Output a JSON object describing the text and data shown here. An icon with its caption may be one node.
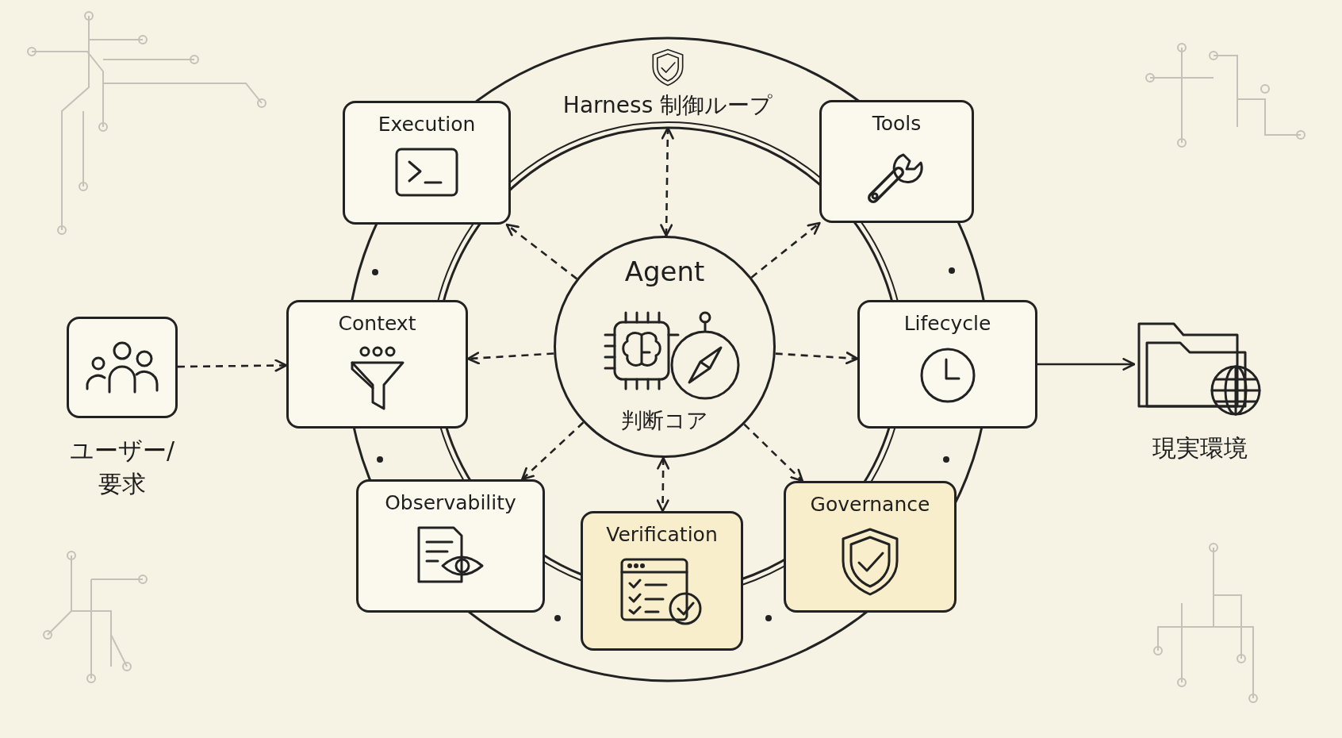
{
  "diagram": {
    "nodes": [
      {
        "text": [
          "Harness 制御ループ"
        ]
      },
      {
        "text": [
          "Execution"
        ],
        "in": 0
      },
      {
        "text": [
          "Tools"
        ],
        "in": 0
      },
      {
        "text": [
          "ユーザー/要求"
        ]
      },
      {
        "text": [
          "Context"
        ]
      },
      {
        "text": [
          "Agent",
          "判断コア"
        ],
        "in": 0
      },
      {
        "text": [
          "Lifecycle"
        ]
      },
      {
        "text": [
          "現実環境"
        ]
      },
      {
        "text": [
          "Observability"
        ],
        "in": 0
      },
      {
        "text": [
          "Verification"
        ],
        "in": 0
      },
      {
        "text": [
          "Governance"
        ],
        "in": 0
      }
    ],
    "edges": [
      {
        "from": 3,
        "to": 4,
        "arrow": "to",
        "style": "dashed"
      },
      {
        "from": 5,
        "to": 1,
        "arrow": "to",
        "style": "dashed"
      },
      {
        "from": 5,
        "to": 2,
        "arrow": "to",
        "style": "dashed"
      },
      {
        "from": 5,
        "to": 0,
        "arrow": "both",
        "style": "dashed"
      },
      {
        "from": 5,
        "to": 4,
        "arrow": "to",
        "style": "dashed"
      },
      {
        "from": 5,
        "to": 6,
        "arrow": "to",
        "style": "dashed"
      },
      {
        "from": 5,
        "to": 8,
        "arrow": "to",
        "style": "dashed"
      },
      {
        "from": 5,
        "to": 9,
        "arrow": "both",
        "style": "dashed"
      },
      {
        "from": 5,
        "to": 10,
        "arrow": "to",
        "style": "dashed"
      },
      {
        "from": 6,
        "to": 7,
        "arrow": "to"
      }
    ]
  }
}
